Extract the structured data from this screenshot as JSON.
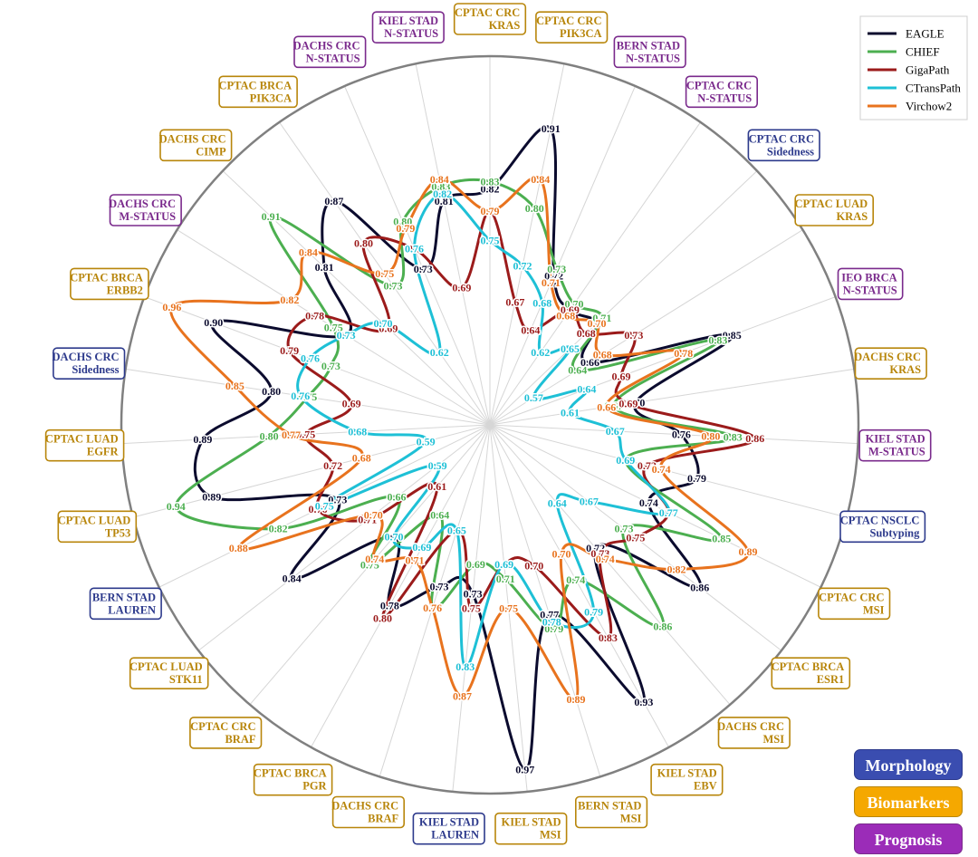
{
  "chart_data": {
    "type": "radar",
    "title": "",
    "rlim": [
      0.5,
      1.0
    ],
    "grid": true,
    "legend_placement": "top-right",
    "categories": [
      {
        "label": "CPTAC CRC\nKRAS",
        "group": "Biomarkers"
      },
      {
        "label": "CPTAC CRC\nPIK3CA",
        "group": "Biomarkers"
      },
      {
        "label": "BERN STAD\nN-STATUS",
        "group": "Prognosis"
      },
      {
        "label": "CPTAC CRC\nN-STATUS",
        "group": "Prognosis"
      },
      {
        "label": "CPTAC CRC\nSidedness",
        "group": "Morphology"
      },
      {
        "label": "CPTAC LUAD\nKRAS",
        "group": "Biomarkers"
      },
      {
        "label": "IEO BRCA\nN-STATUS",
        "group": "Prognosis"
      },
      {
        "label": "DACHS CRC\nKRAS",
        "group": "Biomarkers"
      },
      {
        "label": "KIEL STAD\nM-STATUS",
        "group": "Prognosis"
      },
      {
        "label": "CPTAC NSCLC\nSubtyping",
        "group": "Morphology"
      },
      {
        "label": "CPTAC CRC\nMSI",
        "group": "Biomarkers"
      },
      {
        "label": "CPTAC BRCA\nESR1",
        "group": "Biomarkers"
      },
      {
        "label": "DACHS CRC\nMSI",
        "group": "Biomarkers"
      },
      {
        "label": "KIEL STAD\nEBV",
        "group": "Biomarkers"
      },
      {
        "label": "BERN STAD\nMSI",
        "group": "Biomarkers"
      },
      {
        "label": "KIEL STAD\nMSI",
        "group": "Biomarkers"
      },
      {
        "label": "KIEL STAD\nLAUREN",
        "group": "Morphology"
      },
      {
        "label": "DACHS CRC\nBRAF",
        "group": "Biomarkers"
      },
      {
        "label": "CPTAC BRCA\nPGR",
        "group": "Biomarkers"
      },
      {
        "label": "CPTAC CRC\nBRAF",
        "group": "Biomarkers"
      },
      {
        "label": "CPTAC LUAD\nSTK11",
        "group": "Biomarkers"
      },
      {
        "label": "BERN STAD\nLAUREN",
        "group": "Morphology"
      },
      {
        "label": "CPTAC LUAD\nTP53",
        "group": "Biomarkers"
      },
      {
        "label": "CPTAC LUAD\nEGFR",
        "group": "Biomarkers"
      },
      {
        "label": "DACHS CRC\nSidedness",
        "group": "Morphology"
      },
      {
        "label": "CPTAC BRCA\nERBB2",
        "group": "Biomarkers"
      },
      {
        "label": "DACHS CRC\nM-STATUS",
        "group": "Prognosis"
      },
      {
        "label": "DACHS CRC\nCIMP",
        "group": "Biomarkers"
      },
      {
        "label": "CPTAC BRCA\nPIK3CA",
        "group": "Biomarkers"
      },
      {
        "label": "DACHS CRC\nN-STATUS",
        "group": "Prognosis"
      },
      {
        "label": "KIEL STAD\nN-STATUS",
        "group": "Prognosis"
      }
    ],
    "series": [
      {
        "name": "EAGLE",
        "color": "#0b0b2e",
        "values": [
          0.82,
          0.91,
          0.72,
          0.69,
          0.7,
          0.66,
          0.85,
          0.7,
          0.76,
          0.79,
          0.74,
          0.86,
          0.72,
          0.93,
          0.77,
          0.97,
          0.73,
          0.73,
          0.78,
          0.7,
          0.84,
          0.73,
          0.89,
          0.89,
          0.8,
          0.9,
          0.73,
          0.81,
          0.87,
          0.73,
          0.81
        ]
      },
      {
        "name": "CHIEF",
        "color": "#4caf50",
        "values": [
          0.83,
          0.8,
          0.73,
          0.7,
          0.71,
          0.64,
          0.83,
          0.67,
          0.83,
          0.69,
          0.85,
          0.73,
          0.86,
          0.74,
          0.79,
          0.71,
          0.69,
          0.76,
          0.64,
          0.75,
          0.66,
          0.82,
          0.94,
          0.8,
          0.75,
          0.73,
          0.75,
          0.91,
          0.73,
          0.8,
          0.83
        ]
      },
      {
        "name": "GigaPath",
        "color": "#9b1b1b",
        "values": [
          0.79,
          0.67,
          0.64,
          0.69,
          0.68,
          0.73,
          0.69,
          0.69,
          0.86,
          0.72,
          0.77,
          0.75,
          0.73,
          0.83,
          0.7,
          0.69,
          0.75,
          0.65,
          0.8,
          0.61,
          0.71,
          0.76,
          0.72,
          0.75,
          0.69,
          0.79,
          0.78,
          0.69,
          0.8,
          0.76,
          0.69
        ]
      },
      {
        "name": "CTransPath",
        "color": "#1ec0d6",
        "values": [
          0.75,
          0.72,
          0.68,
          0.62,
          0.65,
          0.57,
          0.64,
          0.61,
          0.67,
          0.69,
          0.77,
          0.67,
          0.64,
          0.79,
          0.78,
          0.69,
          0.83,
          0.65,
          0.69,
          0.7,
          0.59,
          0.75,
          0.59,
          0.68,
          0.76,
          0.76,
          0.73,
          0.7,
          0.62,
          0.76,
          0.82
        ]
      },
      {
        "name": "Virchow2",
        "color": "#e8731e",
        "values": [
          0.79,
          0.84,
          0.71,
          0.68,
          0.7,
          0.68,
          0.78,
          0.66,
          0.8,
          0.74,
          0.89,
          0.82,
          0.74,
          0.7,
          0.89,
          0.75,
          0.87,
          0.76,
          0.71,
          0.74,
          0.7,
          0.88,
          0.68,
          0.77,
          0.85,
          0.96,
          0.82,
          0.84,
          0.75,
          0.79,
          0.84
        ]
      }
    ],
    "groups": [
      {
        "name": "Morphology",
        "color": "#3a4db0",
        "label_color": "#2d3a8c"
      },
      {
        "name": "Biomarkers",
        "color": "#f5a800",
        "label_color": "#b8860b"
      },
      {
        "name": "Prognosis",
        "color": "#9b2cb8",
        "label_color": "#7a2a8c"
      }
    ]
  }
}
